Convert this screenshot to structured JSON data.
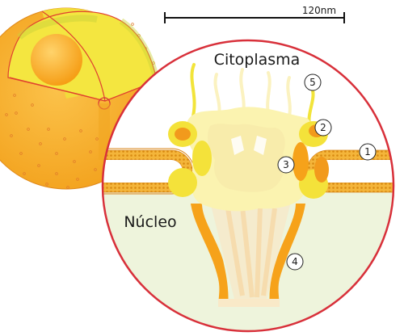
{
  "scale_bar": {
    "label": "120nm"
  },
  "labels": {
    "cytoplasm": "Citoplasma",
    "nucleus": "Núcleo"
  },
  "callouts": [
    {
      "number": "1"
    },
    {
      "number": "2"
    },
    {
      "number": "3"
    },
    {
      "number": "4"
    },
    {
      "number": "5"
    }
  ],
  "colors": {
    "cell_orange": "#f7b42c",
    "cell_yellow": "#f4e43a",
    "nucleus_core": "#f6a117",
    "outline_red": "#d8303a",
    "cytoplasm_bg": "#ffffff",
    "nucleoplasm_bg": "#eef4dc",
    "membrane_orange": "#f2a12a",
    "pore_yellow": "#fbf3b0",
    "basket_orange": "#f6a21a"
  }
}
